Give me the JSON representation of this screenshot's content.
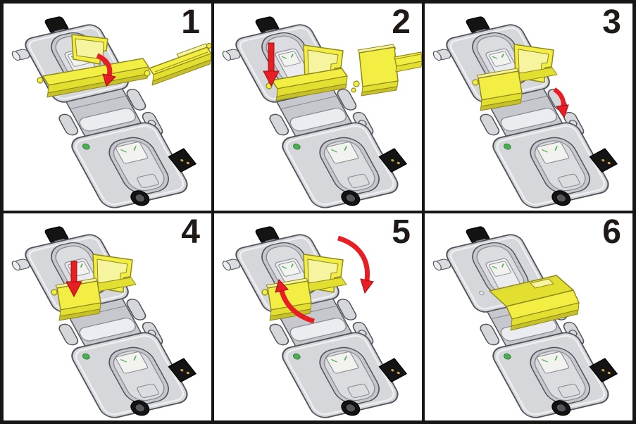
{
  "title": "device-cover-installation-steps",
  "step_count": 6,
  "steps": [
    {
      "number": "1"
    },
    {
      "number": "2"
    },
    {
      "number": "3"
    },
    {
      "number": "4"
    },
    {
      "number": "5"
    },
    {
      "number": "6"
    }
  ],
  "colors": {
    "panel_bg": "#ffffff",
    "border_black": "#161616",
    "device_gray": "#d6d7db",
    "device_gray_mid": "#c6c8cd",
    "device_gray_light": "#dadce0",
    "device_gray_lighter": "#ebecef",
    "device_pale": "#f2f3ee",
    "outline_gray": "#52545c",
    "line_soft": "#8b8d94",
    "bevel_white": "#eff0f2",
    "yellow_bright": "#f2ee43",
    "yellow_mid": "#e3df30",
    "yellow_dark": "#c6c02b",
    "yellow_pale": "#f7f4a0",
    "yellow_outline": "#8f891c",
    "arrow_red": "#e81e25",
    "arrow_red_dark": "#a50d12",
    "led_green": "#4caf50",
    "connector_black": "#141414",
    "contact_gold": "#c9a33d"
  }
}
